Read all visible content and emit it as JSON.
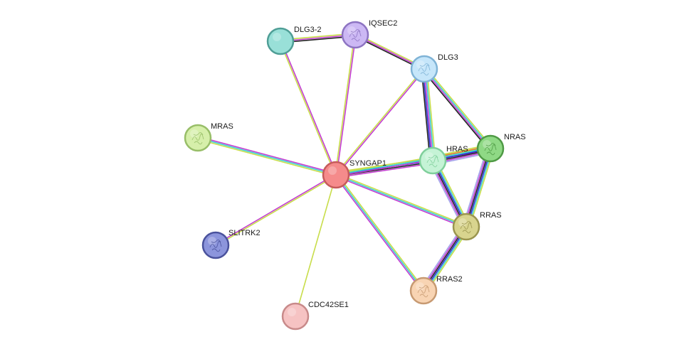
{
  "nodes": [
    {
      "id": "SYNGAP1",
      "label": "SYNGAP1",
      "fill": "#f58b8b",
      "stroke": "#c65b5b",
      "glyph": "none"
    },
    {
      "id": "DLG3-2",
      "label": "DLG3-2",
      "fill": "#99e0d8",
      "stroke": "#4f9e96",
      "glyph": "none"
    },
    {
      "id": "IQSEC2",
      "label": "IQSEC2",
      "fill": "#ccb8f4",
      "stroke": "#8d74c2",
      "glyph": "structure"
    },
    {
      "id": "DLG3",
      "label": "DLG3",
      "fill": "#c6e6fa",
      "stroke": "#7fb3d6",
      "glyph": "structure"
    },
    {
      "id": "MRAS",
      "label": "MRAS",
      "fill": "#d6efaa",
      "stroke": "#98be68",
      "glyph": "structure"
    },
    {
      "id": "HRAS",
      "label": "HRAS",
      "fill": "#c5f3d6",
      "stroke": "#7fcf9b",
      "glyph": "structure"
    },
    {
      "id": "NRAS",
      "label": "NRAS",
      "fill": "#8fd985",
      "stroke": "#4f9a45",
      "glyph": "structure"
    },
    {
      "id": "RRAS",
      "label": "RRAS",
      "fill": "#d8d48e",
      "stroke": "#9a954f",
      "glyph": "structure"
    },
    {
      "id": "SLITRK2",
      "label": "SLITRK2",
      "fill": "#8c95dc",
      "stroke": "#4a529c",
      "glyph": "structure"
    },
    {
      "id": "RRAS2",
      "label": "RRAS2",
      "fill": "#f8d4b3",
      "stroke": "#c79a72",
      "glyph": "structure"
    },
    {
      "id": "CDC42SE1",
      "label": "CDC42SE1",
      "fill": "#f6c3c3",
      "stroke": "#c88a8a",
      "glyph": "none"
    }
  ],
  "edges": [
    {
      "source": "SYNGAP1",
      "target": "DLG3-2",
      "colors": [
        "#c8dd4a",
        "#c33ed1"
      ]
    },
    {
      "source": "SYNGAP1",
      "target": "IQSEC2",
      "colors": [
        "#c8dd4a",
        "#c33ed1"
      ]
    },
    {
      "source": "SYNGAP1",
      "target": "DLG3",
      "colors": [
        "#c8dd4a",
        "#c33ed1"
      ]
    },
    {
      "source": "SYNGAP1",
      "target": "MRAS",
      "colors": [
        "#c8dd4a",
        "#3ccfd0",
        "#c33ed1"
      ]
    },
    {
      "source": "SYNGAP1",
      "target": "HRAS",
      "colors": [
        "#c8dd4a",
        "#3ccfd0",
        "#2b2bd0",
        "#222222",
        "#c33ed1"
      ]
    },
    {
      "source": "SYNGAP1",
      "target": "NRAS",
      "colors": [
        "#c8dd4a",
        "#3ccfd0",
        "#c33ed1"
      ]
    },
    {
      "source": "SYNGAP1",
      "target": "RRAS",
      "colors": [
        "#c8dd4a",
        "#3ccfd0",
        "#c33ed1"
      ]
    },
    {
      "source": "SYNGAP1",
      "target": "RRAS2",
      "colors": [
        "#c8dd4a",
        "#3ccfd0",
        "#c33ed1"
      ]
    },
    {
      "source": "SYNGAP1",
      "target": "SLITRK2",
      "colors": [
        "#c8dd4a",
        "#c33ed1"
      ]
    },
    {
      "source": "SYNGAP1",
      "target": "CDC42SE1",
      "colors": [
        "#c8dd4a"
      ]
    },
    {
      "source": "DLG3-2",
      "target": "IQSEC2",
      "colors": [
        "#c8dd4a",
        "#c33ed1",
        "#222222"
      ]
    },
    {
      "source": "IQSEC2",
      "target": "DLG3",
      "colors": [
        "#c8dd4a",
        "#c33ed1",
        "#222222"
      ]
    },
    {
      "source": "DLG3",
      "target": "HRAS",
      "colors": [
        "#c8dd4a",
        "#3ccfd0",
        "#c33ed1",
        "#2b2bd0",
        "#222222"
      ]
    },
    {
      "source": "DLG3",
      "target": "NRAS",
      "colors": [
        "#c8dd4a",
        "#3ccfd0",
        "#c33ed1",
        "#222222"
      ]
    },
    {
      "source": "HRAS",
      "target": "NRAS",
      "colors": [
        "#c8dd4a",
        "#e07b32",
        "#3ccfd0",
        "#2b2bd0",
        "#222222",
        "#c33ed1",
        "#a3a3ea"
      ]
    },
    {
      "source": "HRAS",
      "target": "RRAS",
      "colors": [
        "#c8dd4a",
        "#3ccfd0",
        "#2b2bd0",
        "#222222",
        "#c33ed1",
        "#a3a3ea"
      ]
    },
    {
      "source": "NRAS",
      "target": "RRAS",
      "colors": [
        "#c8dd4a",
        "#3ccfd0",
        "#2b2bd0",
        "#222222",
        "#c33ed1",
        "#a3a3ea"
      ]
    },
    {
      "source": "RRAS",
      "target": "RRAS2",
      "colors": [
        "#c8dd4a",
        "#3ccfd0",
        "#2b2bd0",
        "#222222",
        "#c33ed1",
        "#a3a3ea"
      ]
    }
  ]
}
